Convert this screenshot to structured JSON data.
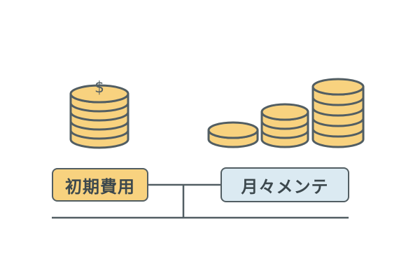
{
  "labels": {
    "initial_cost": "初期費用",
    "monthly_maintenance": "月々メンテ"
  },
  "coin_symbol": "$",
  "stacks": {
    "initial": {
      "coin_count": 6
    },
    "monthly": [
      {
        "coin_count": 2
      },
      {
        "coin_count": 4
      },
      {
        "coin_count": 6
      }
    ]
  },
  "colors": {
    "coin_fill": "#f8d27f",
    "outline": "#525e63",
    "initial_label_fill": "#f8d27f",
    "monthly_label_fill": "#dbeaf2",
    "text": "#3c484d"
  },
  "icons": {
    "coin": "coin-icon",
    "dollar": "dollar-sign-icon"
  }
}
